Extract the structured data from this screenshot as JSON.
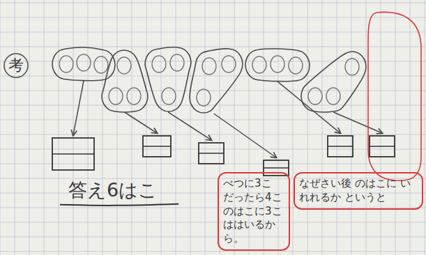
{
  "diagram": {
    "nodes": [
      {
        "text": [
          "べつに3こ だったら4こ のはこに3こ ははいるから。"
        ]
      },
      {
        "text": [
          "なぜさい後 のはこに いれれるか というと"
        ]
      }
    ],
    "labels": [
      "考",
      "答え6はこ"
    ]
  }
}
